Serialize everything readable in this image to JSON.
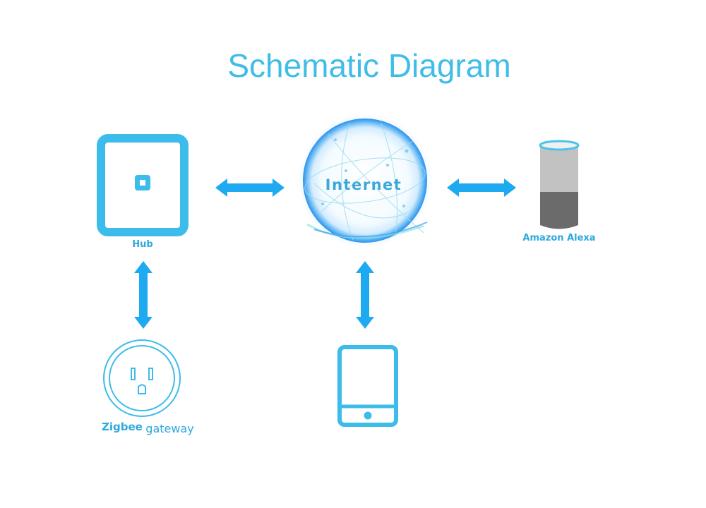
{
  "title": "Schematic Diagram",
  "colors": {
    "accent": "#3bbcea",
    "arrow": "#1eaaf0",
    "label": "#2fa9dd",
    "speaker_light": "#c2c2c2",
    "speaker_dark": "#6b6b6b",
    "speaker_ring": "#4cc3ee"
  },
  "nodes": {
    "hub": {
      "label": "Hub",
      "icon": "hub-icon"
    },
    "internet": {
      "label": "Internet",
      "icon": "globe-icon"
    },
    "alexa": {
      "label": "Amazon Alexa",
      "icon": "smart-speaker-icon"
    },
    "zigbee": {
      "label_part1": "Zigbee",
      "label_part2": "gateway",
      "icon": "outlet-icon"
    },
    "tablet": {
      "icon": "tablet-icon"
    }
  },
  "connections": [
    {
      "from": "hub",
      "to": "internet",
      "type": "bidirectional"
    },
    {
      "from": "internet",
      "to": "alexa",
      "type": "bidirectional"
    },
    {
      "from": "hub",
      "to": "zigbee",
      "type": "bidirectional"
    },
    {
      "from": "internet",
      "to": "tablet",
      "type": "bidirectional"
    }
  ]
}
